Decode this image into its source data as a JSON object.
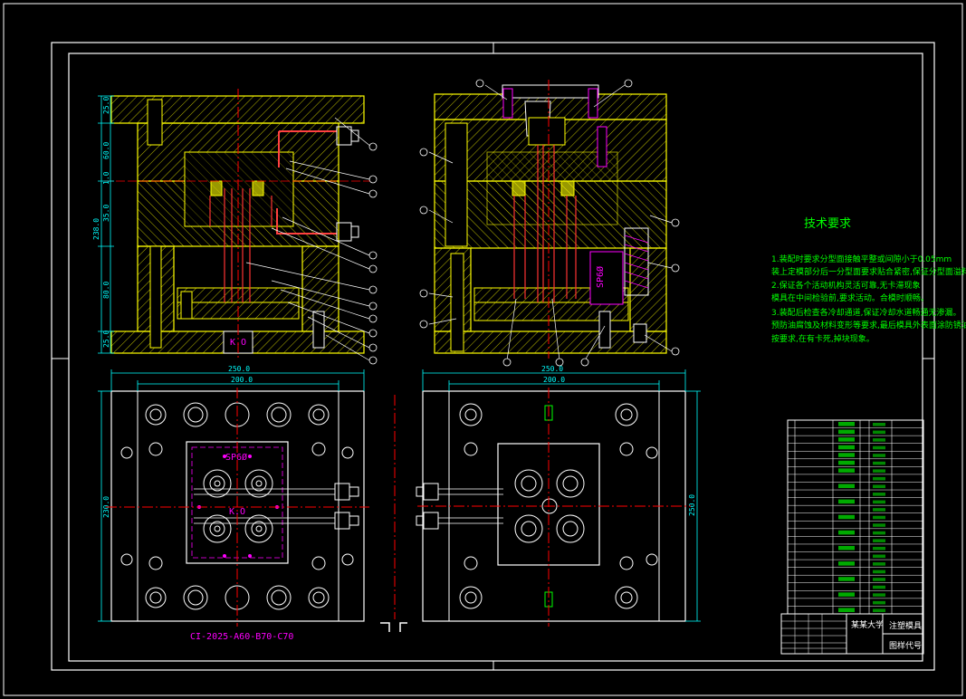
{
  "drawing": {
    "tech_title": "技术要求",
    "tech_notes": [
      "1.装配时要求分型面接触平整或间隙小于0.05mm",
      "装上定模部分后一分型面要求贴合紧密,保证分型面溢料问题",
      "2.保证各个活动机构灵活可靠,无卡滞现象",
      "模具在中间检验前,要求活动。合模时顺畅。",
      "3.装配后检查各冷却通道,保证冷却水道畅通无渗漏。",
      "预防油腐蚀及材料变形等要求,最后模具外表面涂防锈油。",
      "按要求,在有卡死,掉块现象。"
    ],
    "mold_base_code": "CI-2025-A60-B70-C70",
    "dims": {
      "w250": "250.0",
      "w200": "200.0",
      "h230": "230.0",
      "h250": "250.0",
      "h238": "238.0",
      "v25": "25.0",
      "v60": "60.0",
      "v1": "1.0",
      "v35": "35.0",
      "v80": "80.0",
      "v250b": "25.0"
    },
    "labels": {
      "ko": "K.O",
      "sp": "SP6Ø",
      "sp_side": "SP6Ø",
      "ko2": "K.O"
    },
    "title_block": {
      "school": "某某大学",
      "drawing_name": "注塑模具",
      "drawing_no": "图样代号"
    }
  },
  "colors": {
    "bg": "#000000",
    "frame": "#ffffff",
    "hatch": "#c8c800",
    "plate": "#ffff00",
    "center": "#ff0000",
    "dimension": "#00ffff",
    "note": "#00ff00",
    "leader": "#ff00ff"
  }
}
